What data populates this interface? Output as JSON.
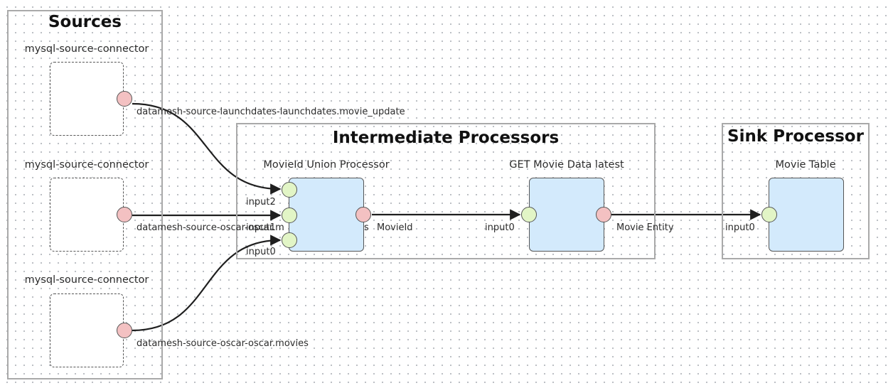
{
  "groups": {
    "sources": {
      "title": "Sources"
    },
    "intermediate": {
      "title": "Intermediate Processors"
    },
    "sink": {
      "title": "Sink Processor"
    }
  },
  "nodes": {
    "source1": {
      "label": "mysql-source-connector",
      "output_label": "datamesh-source-launchdates-launchdates.movie_update"
    },
    "source2": {
      "label": "mysql-source-connector",
      "output_label": "datamesh-source-oscar-oscar.m"
    },
    "source3": {
      "label": "mysql-source-connector",
      "output_label": "datamesh-source-oscar-oscar.movies"
    },
    "union": {
      "label": "MovieId Union Processor",
      "inputs": [
        "input2",
        "input1",
        "input0"
      ],
      "output_label": "MovieId",
      "output_label_prefix": "s"
    },
    "get_movie": {
      "label": "GET Movie Data latest",
      "input_label": "input0",
      "output_label": "Movie Entity"
    },
    "movie_table": {
      "label": "Movie Table",
      "input_label": "input0"
    }
  },
  "colors": {
    "output_port": "#f3c1c2",
    "input_port": "#e2f5c6",
    "processor_fill": "#d3eafc",
    "group_border": "#a9a9a9",
    "edge": "#1f1f1f"
  }
}
